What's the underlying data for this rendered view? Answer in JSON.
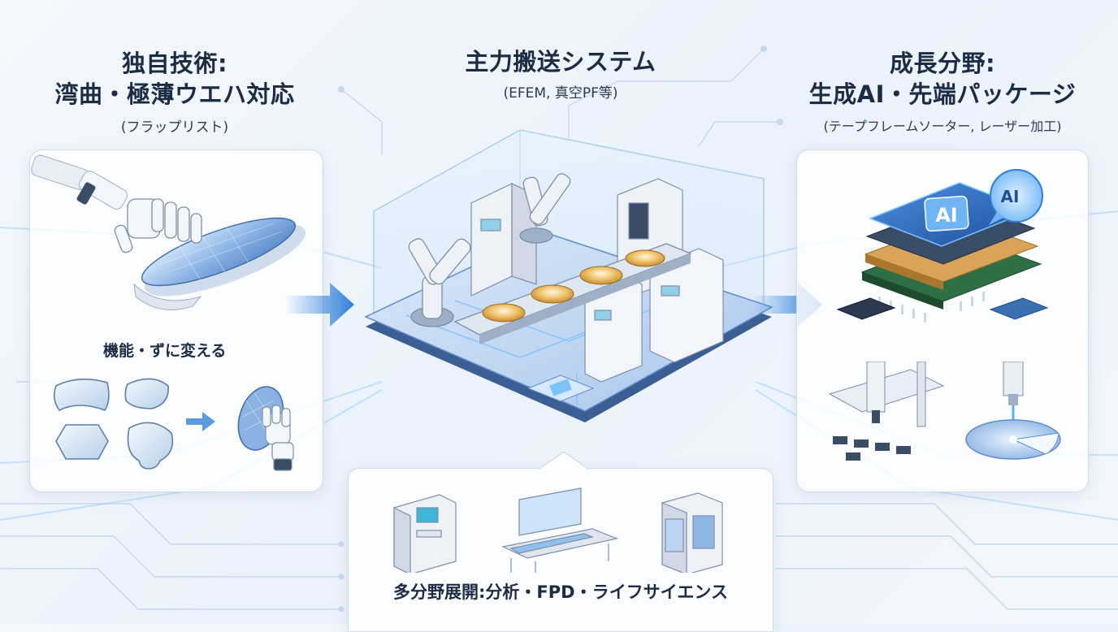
{
  "left": {
    "title_line1": "独自技術:",
    "title_line2": "湾曲・極薄ウエハ対応",
    "subtitle": "(フラップリスト)",
    "caption": "機能・ずに変える"
  },
  "center": {
    "title": "主力搬送システム",
    "subtitle": "(EFEM, 真空PF等)"
  },
  "right": {
    "title_line1": "成長分野:",
    "title_line2": "生成AI・先端パッケージ",
    "subtitle": "(テープフレームソーター, レーザー加工)",
    "chip_label": "AI",
    "bubble_label": "AI"
  },
  "bottom": {
    "caption": "多分野展開:分析・FPD・ライフサイエンス"
  },
  "colors": {
    "accent_blue": "#2f7fd8",
    "glow_blue": "#7cc4ff",
    "wafer_gold": "#e9b85a",
    "heading": "#1d2c45"
  }
}
